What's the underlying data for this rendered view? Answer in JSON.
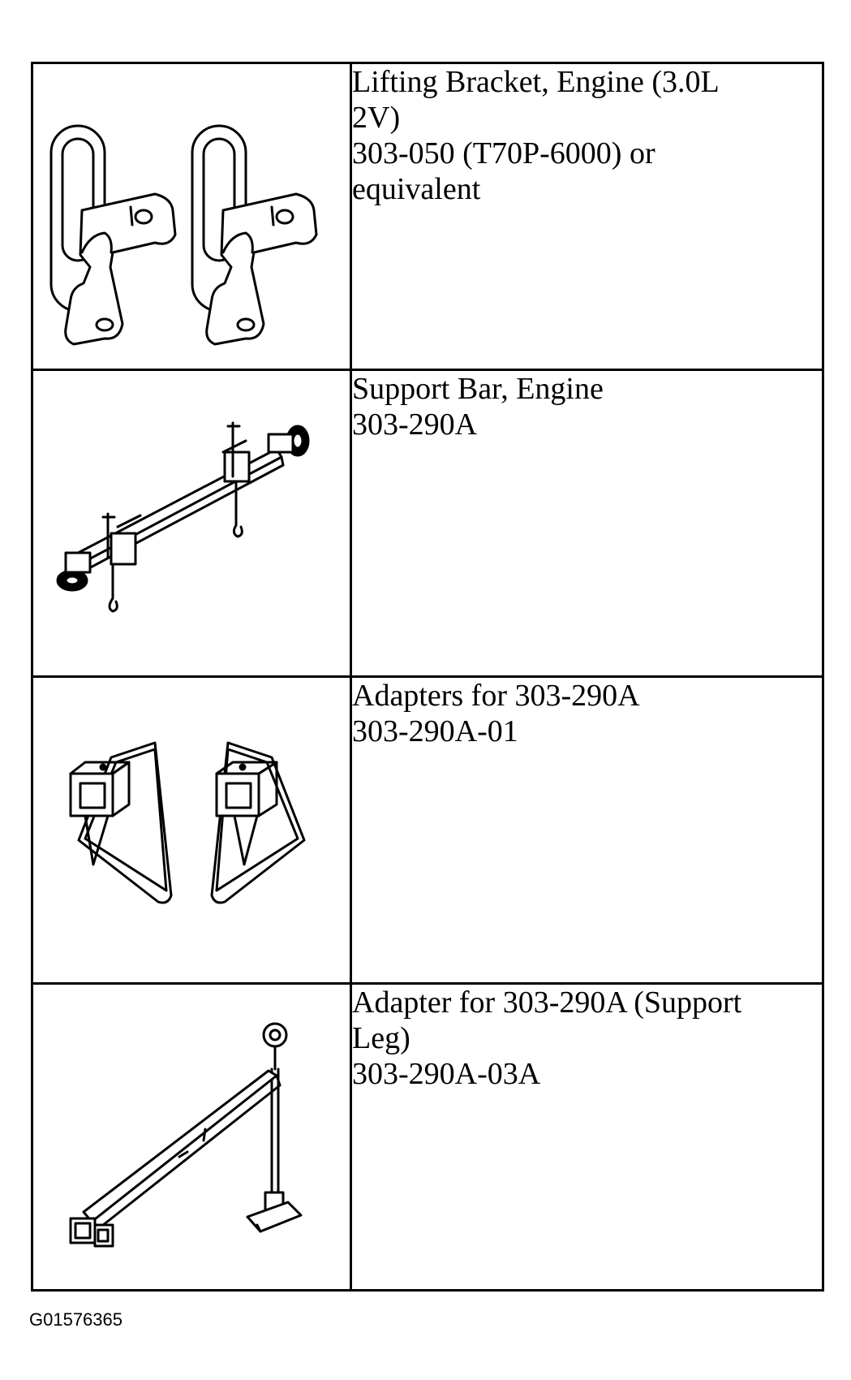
{
  "tools": [
    {
      "icon": "lifting-bracket-illustration",
      "lines": [
        "Lifting Bracket, Engine (3.0L",
        "2V)",
        "303-050 (T70P-6000) or",
        "equivalent"
      ]
    },
    {
      "icon": "support-bar-illustration",
      "lines": [
        "Support Bar, Engine",
        "303-290A"
      ]
    },
    {
      "icon": "adapters-illustration",
      "lines": [
        "Adapters for 303-290A",
        "303-290A-01"
      ]
    },
    {
      "icon": "support-leg-adapter-illustration",
      "lines": [
        "Adapter for 303-290A (Support",
        "Leg)",
        "303-290A-03A"
      ]
    }
  ],
  "figure_id": "G01576365"
}
